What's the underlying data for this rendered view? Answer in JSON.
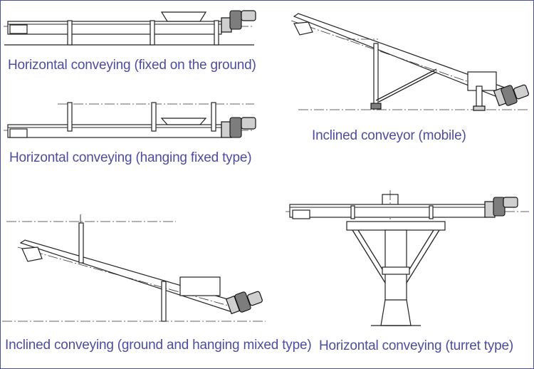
{
  "captions": {
    "horizontal_ground": "Horizontal conveying (fixed on the ground)",
    "horizontal_hanging": "Horizontal conveying (hanging fixed type)",
    "inclined_mobile": "Inclined conveyor (mobile)",
    "inclined_mixed": "Inclined conveying (ground and hanging mixed type)",
    "horizontal_turret": "Horizontal conveying (turret type)"
  },
  "colors": {
    "caption": "#4d4d9f",
    "line": "#222222",
    "border": "#4a4f9a"
  }
}
